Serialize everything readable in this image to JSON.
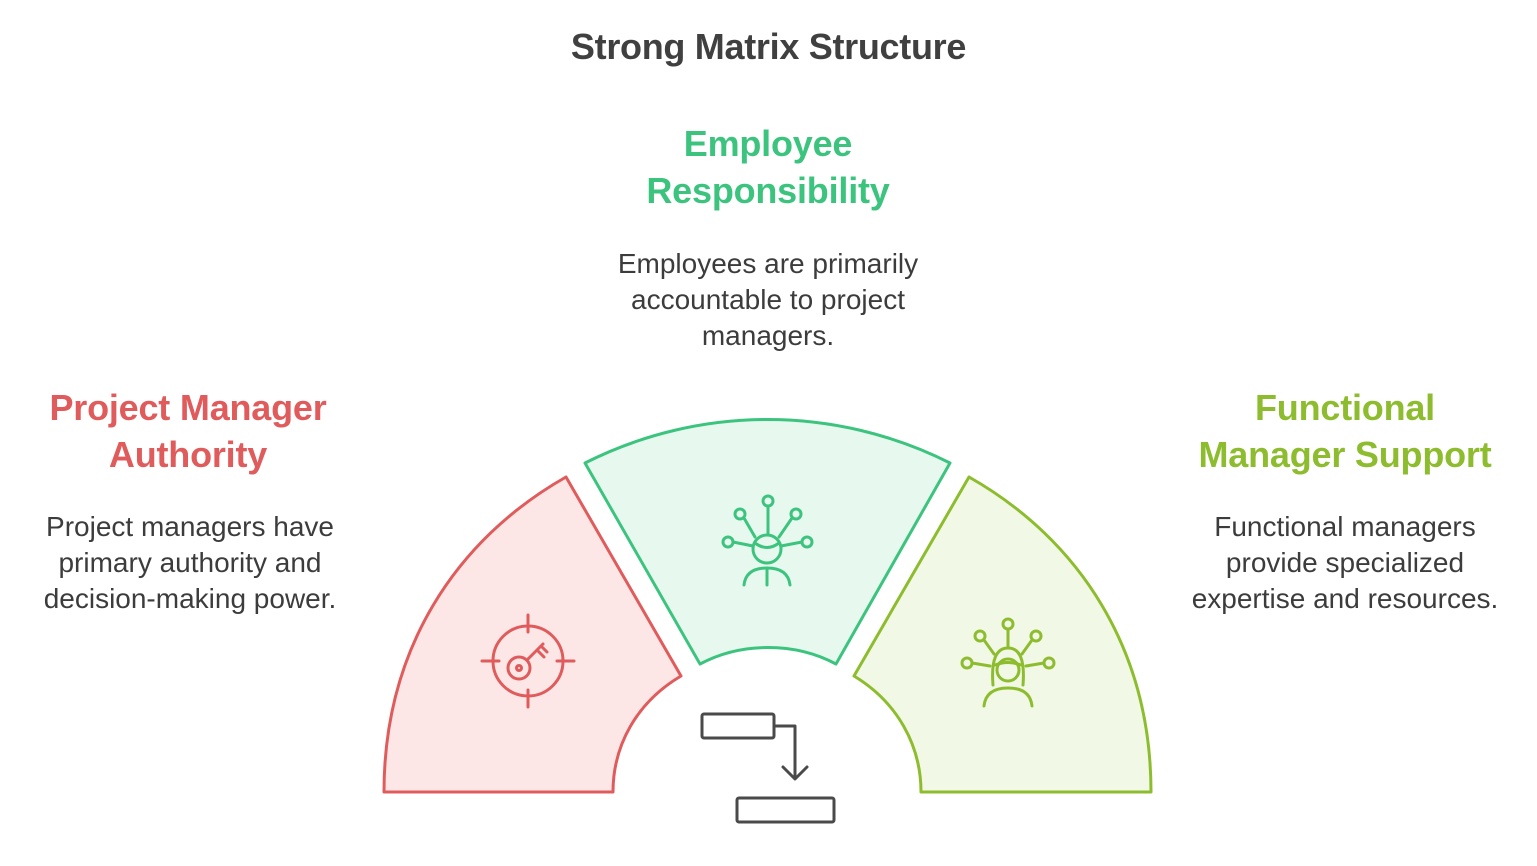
{
  "title": "Strong Matrix Structure",
  "colors": {
    "left_stroke": "#e05c5c",
    "left_fill": "#fde6e6",
    "center_stroke": "#3cc47f",
    "center_fill": "#e7f8ef",
    "right_stroke": "#8dbd2e",
    "right_fill": "#f1f8e6",
    "gray_stroke": "#4a4a4a"
  },
  "sections": {
    "left": {
      "title_lines": [
        "Project Manager",
        "Authority"
      ],
      "desc_lines": [
        "Project managers have",
        "primary authority and",
        "decision-making power."
      ],
      "icon": "target-key-icon"
    },
    "center": {
      "title_lines": [
        "Employee",
        "Responsibility"
      ],
      "desc_lines": [
        "Employees are primarily",
        "accountable to project",
        "managers."
      ],
      "icon": "person-network-icon"
    },
    "right": {
      "title_lines": [
        "Functional",
        "Manager Support"
      ],
      "desc_lines": [
        "Functional managers",
        "provide specialized",
        "expertise and resources."
      ],
      "icon": "woman-network-icon"
    }
  },
  "hub_icon": "flow-chart-icon"
}
